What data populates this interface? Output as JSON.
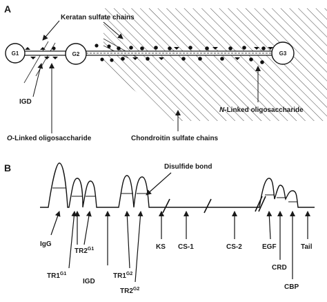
{
  "panel_a": {
    "letter": "A",
    "globular_domains": {
      "g1": "G1",
      "g2": "G2",
      "g3": "G3"
    },
    "labels": {
      "keratan": "Keratan sulfate chains",
      "igd": "IGD",
      "n_linked_prefix": "N",
      "n_linked_rest": "-Linked oligosaccharide",
      "o_linked_prefix": "O",
      "o_linked_rest": "-Linked oligosaccharide",
      "chondroitin": "Chondroitin sulfate chains"
    }
  },
  "panel_b": {
    "letter": "B",
    "labels": {
      "disulfide": "Disulfide bond",
      "igg": "IgG",
      "tr2_g1": "TR2",
      "tr2_g1_sup": "G1",
      "tr1_g1": "TR1",
      "tr1_g1_sup": "G1",
      "igd": "IGD",
      "tr1_g2": "TR1",
      "tr1_g2_sup": "G2",
      "tr2_g2": "TR2",
      "tr2_g2_sup": "G2",
      "ks": "KS",
      "cs1": "CS-1",
      "cs2": "CS-2",
      "egf": "EGF",
      "crd": "CRD",
      "cbp": "CBP",
      "tail": "Tail"
    }
  }
}
